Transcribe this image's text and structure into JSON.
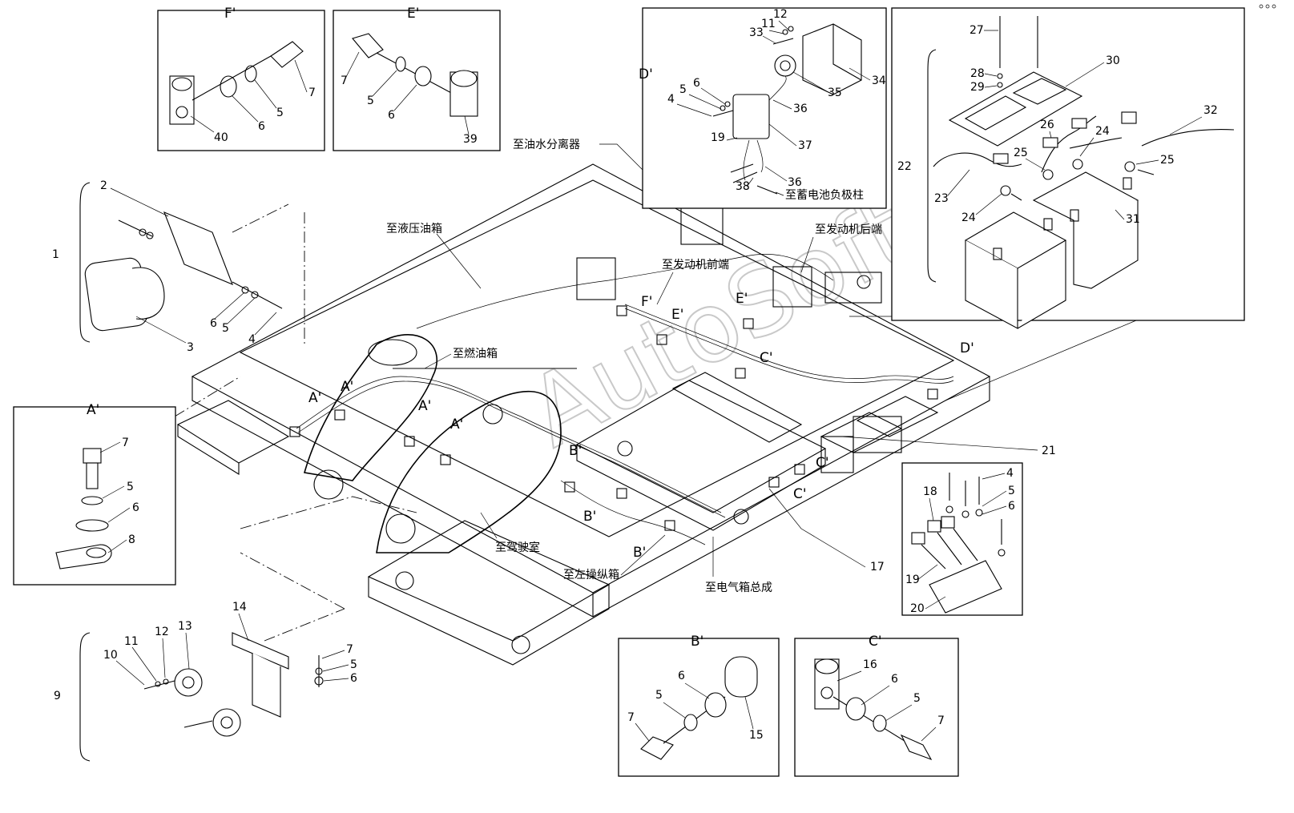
{
  "watermark": "AutoSoft",
  "details": {
    "F": "F'",
    "E": "E'",
    "D": "D'",
    "A": "A'",
    "B": "B'",
    "C": "C'"
  },
  "notes": {
    "oil_water_separator": "至油水分离器",
    "hydraulic_tank": "至液压油箱",
    "engine_front": "至发动机前端",
    "engine_rear": "至发动机后端",
    "fuel_tank": "至燃油箱",
    "cab": "至驾驶室",
    "left_control_box": "至左操纵箱",
    "electric_box": "至电气箱总成",
    "battery_negative": "至蓄电池负极柱"
  },
  "callouts": {
    "p1": "1",
    "p2": "2",
    "p3": "3",
    "p4": "4",
    "p5": "5",
    "p6": "6",
    "p7": "7",
    "p8": "8",
    "p9": "9",
    "p10": "10",
    "p11": "11",
    "p12": "12",
    "p13": "13",
    "p14": "14",
    "p15": "15",
    "p16": "16",
    "p17": "17",
    "p18": "18",
    "p19": "19",
    "p20": "20",
    "p21": "21",
    "p22": "22",
    "p23": "23",
    "p24": "24",
    "p25": "25",
    "p26": "26",
    "p27": "27",
    "p28": "28",
    "p29": "29",
    "p30": "30",
    "p31": "31",
    "p32": "32",
    "p33": "33",
    "p34": "34",
    "p35": "35",
    "p36": "36",
    "p37": "37",
    "p38": "38",
    "p39": "39",
    "p40": "40"
  }
}
